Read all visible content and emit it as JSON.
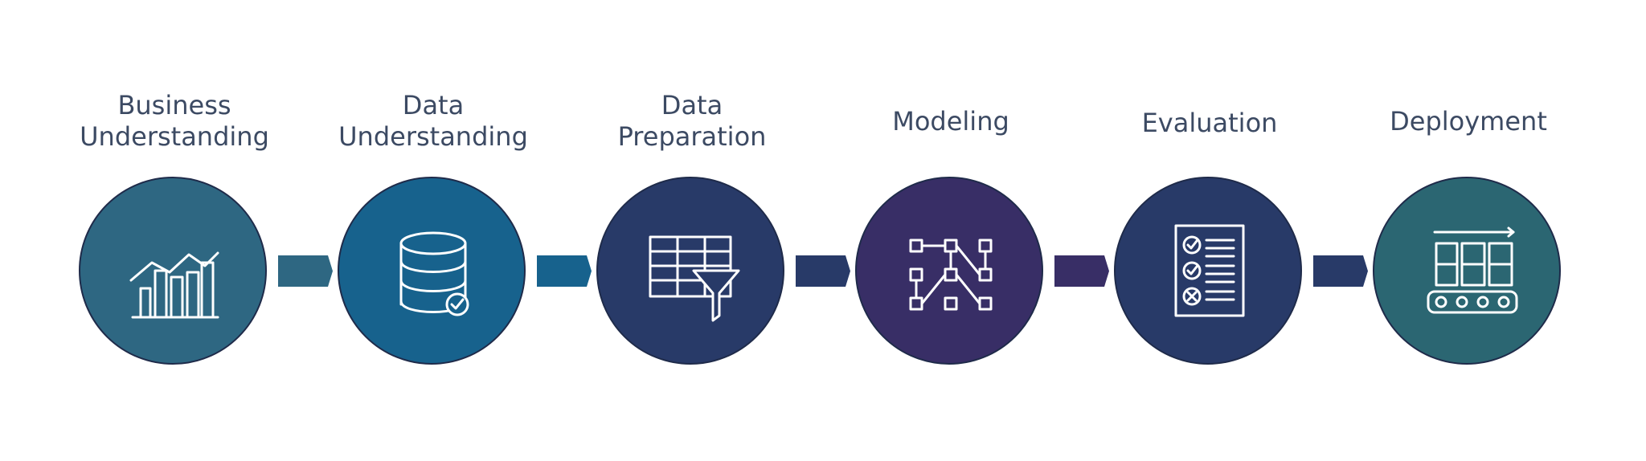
{
  "colors": {
    "title_text": "#3c4a63",
    "circle_outline": "#1f2b4a",
    "icon_stroke": "#ffffff"
  },
  "steps": [
    {
      "title_lines": [
        "Business",
        "Understanding"
      ],
      "icon": "bar-chart-trend-icon",
      "color": "#2e6782"
    },
    {
      "title_lines": [
        "Data",
        "Understanding"
      ],
      "icon": "database-check-icon",
      "color": "#17628d"
    },
    {
      "title_lines": [
        "Data",
        "Preparation"
      ],
      "icon": "table-funnel-icon",
      "color": "#283a68"
    },
    {
      "title_lines": [
        "Modeling"
      ],
      "icon": "node-network-icon",
      "color": "#382e66"
    },
    {
      "title_lines": [
        "Evaluation"
      ],
      "icon": "checklist-icon",
      "color": "#283a68"
    },
    {
      "title_lines": [
        "Deployment"
      ],
      "icon": "conveyor-boxes-icon",
      "color": "#2b6672"
    }
  ],
  "connectors": [
    {
      "color": "#2e6782"
    },
    {
      "color": "#17628d"
    },
    {
      "color": "#283a68"
    },
    {
      "color": "#382e66"
    },
    {
      "color": "#283a68"
    }
  ]
}
